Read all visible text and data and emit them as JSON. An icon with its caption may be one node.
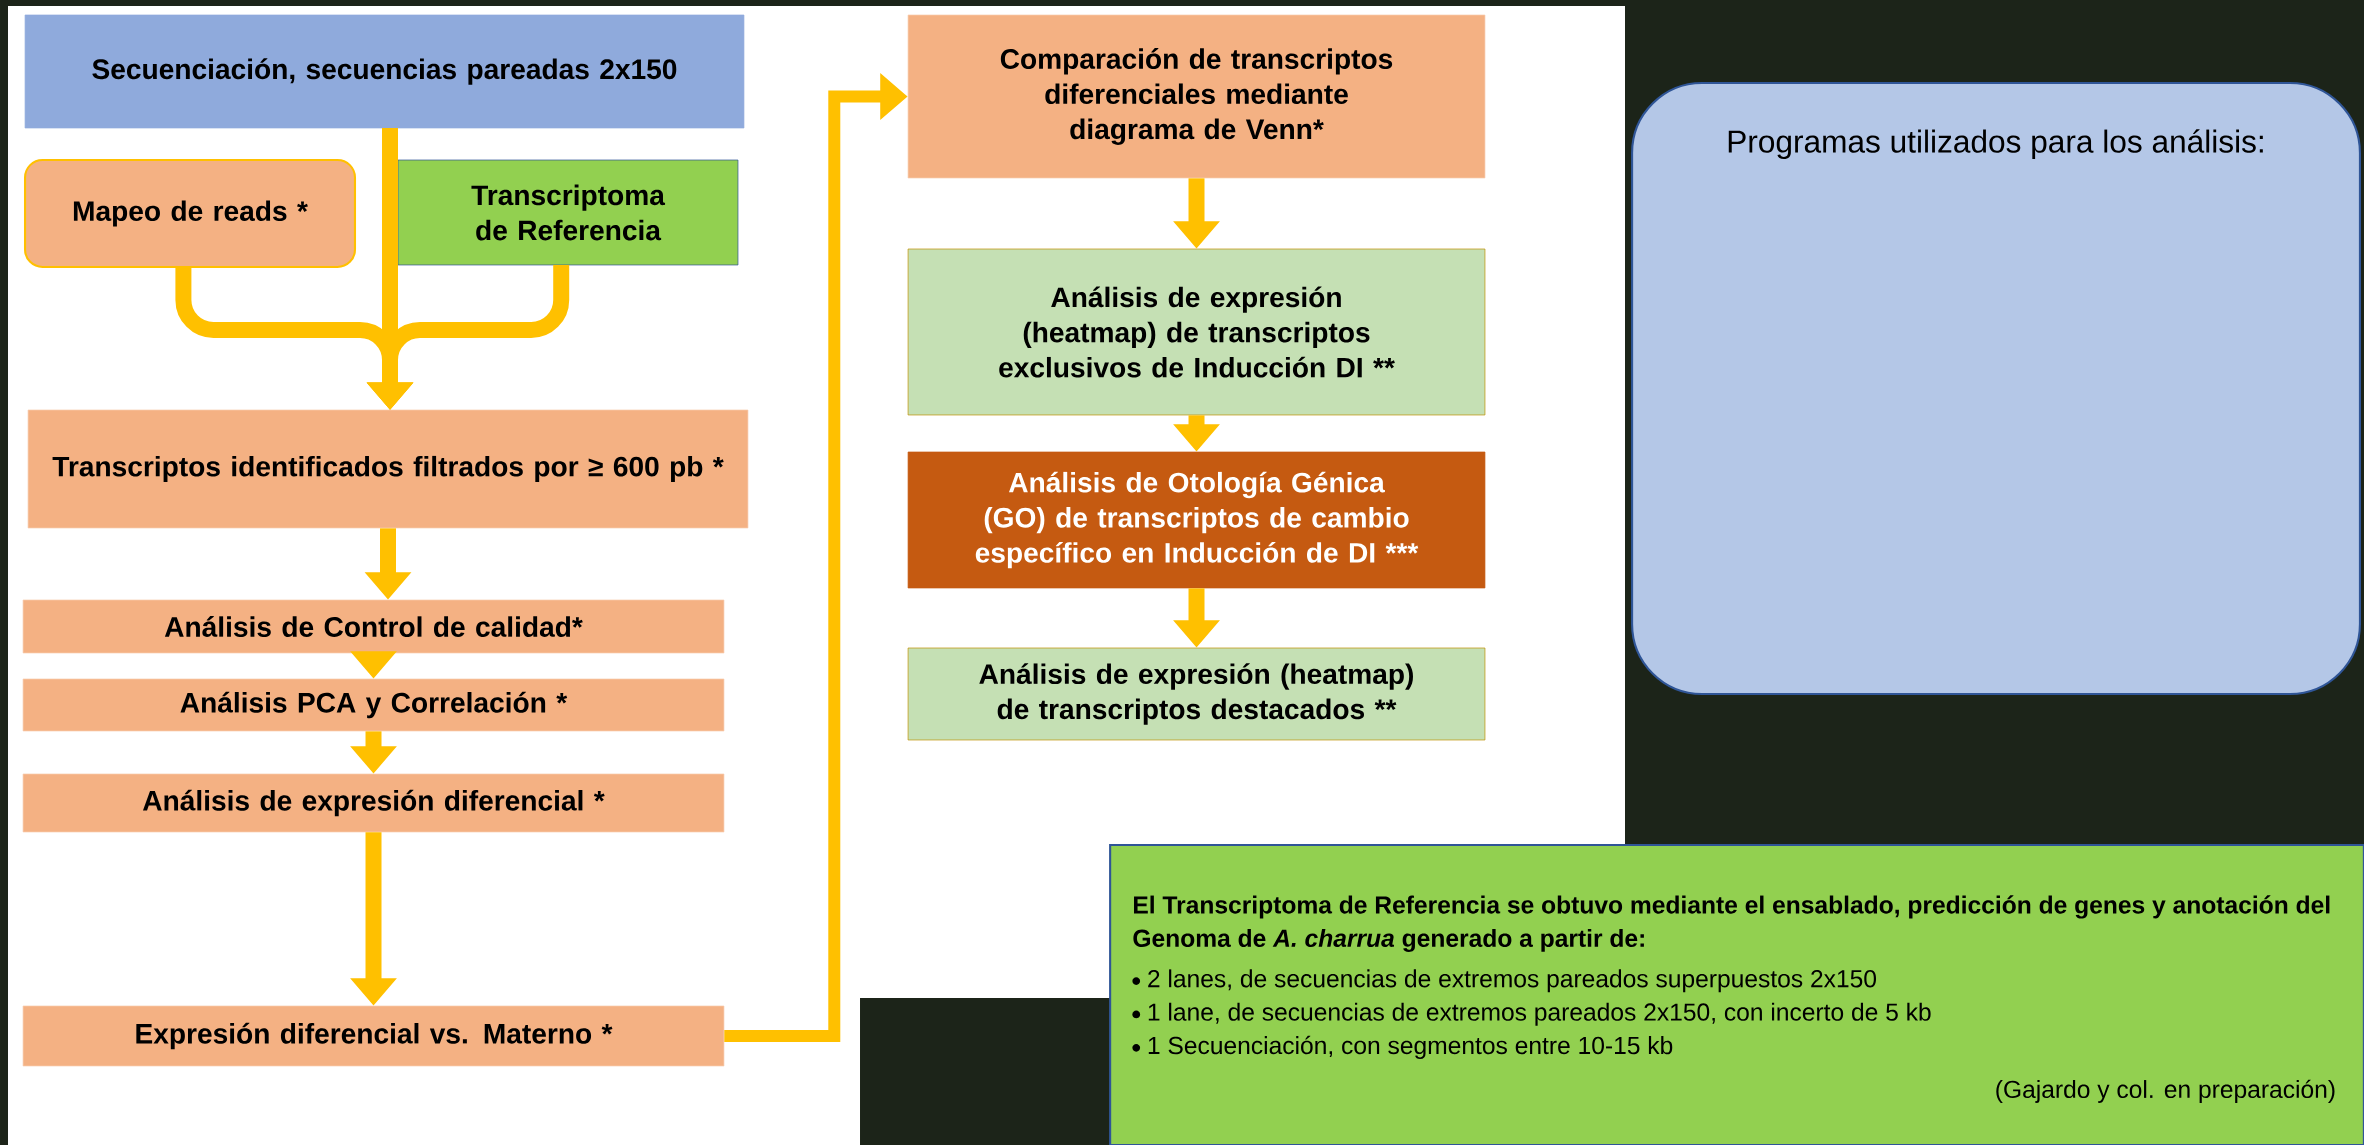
{
  "diagram": {
    "nodes": [
      {
        "text": [
          "Secuenciación, secuencias pareadas 2x150"
        ]
      },
      {
        "text": [
          "Mapeo de reads *"
        ]
      },
      {
        "text": [
          "Transcriptoma de Referencia"
        ]
      },
      {
        "text": [
          "Transcriptos identificados filtrados por ≥ 600 pb *"
        ]
      },
      {
        "text": [
          "Análisis de Control de calidad*"
        ]
      },
      {
        "text": [
          "Análisis PCA y Correlación *"
        ]
      },
      {
        "text": [
          "Análisis de expresión diferencial *"
        ]
      },
      {
        "text": [
          "Expresión diferencial vs. Materno  *"
        ]
      },
      {
        "text": [
          "Comparación de transcriptos diferenciales mediante diagrama de Venn*"
        ]
      },
      {
        "text": [
          "Análisis de expresión (heatmap) de transcriptos exclusivos de Inducción DI **"
        ]
      },
      {
        "text": [
          "Análisis de Otología Génica (GO) de transcriptos de cambio específico en Inducción de DI ***"
        ]
      },
      {
        "text": [
          "Análisis de expresión (heatmap) de transcriptos destacados **"
        ]
      },
      {
        "text": [
          "Programas utilizados para los análisis:"
        ]
      },
      {
        "text": [
          "El Transcriptoma de Referencia se obtuvo mediante el ensablado, predicción de genes y anotación del Genoma de *A. charrua* generado a partir de:",
          "2 lanes, de secuencias de extremos pareados superpuestos 2x150",
          "1 lane, de secuencias de extremos pareados 2x150, con incerto de 5 kb",
          "1 Secuenciación, con segmentos entre 10-15 kb",
          "(Gajardo y col. en preparación)"
        ]
      }
    ],
    "edges": [
      {
        "from": 0,
        "to": 3,
        "arrow": "to"
      },
      {
        "from": 1,
        "to": 3,
        "arrow": "to"
      },
      {
        "from": 2,
        "to": 3,
        "arrow": "to"
      },
      {
        "from": 3,
        "to": 4,
        "arrow": "to"
      },
      {
        "from": 4,
        "to": 5,
        "arrow": "to"
      },
      {
        "from": 5,
        "to": 6,
        "arrow": "to"
      },
      {
        "from": 6,
        "to": 7,
        "arrow": "to"
      },
      {
        "from": 7,
        "to": 8,
        "arrow": "to"
      },
      {
        "from": 8,
        "to": 9,
        "arrow": "to"
      },
      {
        "from": 9,
        "to": 10,
        "arrow": "to"
      },
      {
        "from": 10,
        "to": 11,
        "arrow": "to"
      }
    ]
  }
}
